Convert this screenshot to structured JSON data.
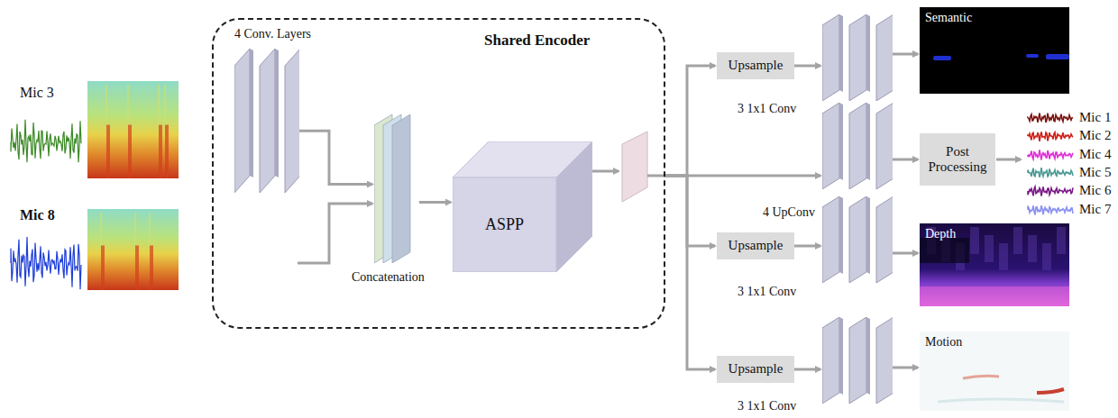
{
  "diagram": {
    "nodes": [
      {
        "text": [
          "Shared Encoder"
        ]
      },
      {
        "text": [
          "4 Conv. Layers"
        ],
        "in": 0
      },
      {
        "text": [
          "Concatenation"
        ],
        "in": 0
      },
      {
        "text": [
          "ASPP"
        ],
        "in": 0
      },
      {
        "text": [
          "Upsample"
        ]
      },
      {
        "text": [
          "3 1x1 Conv"
        ]
      },
      {
        "text": [
          "Semantic"
        ]
      },
      {
        "text": [
          "4 UpConv"
        ]
      },
      {
        "text": [
          "Post Processing"
        ]
      },
      {
        "text": [
          "Upsample"
        ]
      },
      {
        "text": [
          "3 1x1 Conv"
        ]
      },
      {
        "text": [
          "Depth"
        ]
      },
      {
        "text": [
          "Upsample"
        ]
      },
      {
        "text": [
          "3 1x1 Conv"
        ]
      },
      {
        "text": [
          "Motion"
        ]
      }
    ],
    "edges": [
      {
        "from": 1,
        "to": 2,
        "arrow": "to"
      },
      {
        "from": 2,
        "to": 3,
        "arrow": "to"
      },
      {
        "from": 0,
        "to": 4,
        "arrow": "to"
      },
      {
        "from": 4,
        "to": 5,
        "arrow": "to"
      },
      {
        "from": 5,
        "to": 6,
        "arrow": "to"
      },
      {
        "from": 0,
        "to": 7,
        "arrow": "to"
      },
      {
        "from": 7,
        "to": 8,
        "arrow": "to"
      },
      {
        "from": 0,
        "to": 9,
        "arrow": "to"
      },
      {
        "from": 9,
        "to": 10,
        "arrow": "to"
      },
      {
        "from": 10,
        "to": 11,
        "arrow": "to"
      },
      {
        "from": 0,
        "to": 12,
        "arrow": "to"
      },
      {
        "from": 12,
        "to": 13,
        "arrow": "to"
      },
      {
        "from": 13,
        "to": 14,
        "arrow": "to"
      }
    ],
    "labels": [
      "Mic 3",
      "Mic 8",
      "Mic 1",
      "Mic 2",
      "Mic 4",
      "Mic 5",
      "Mic 6",
      "Mic 7"
    ]
  }
}
